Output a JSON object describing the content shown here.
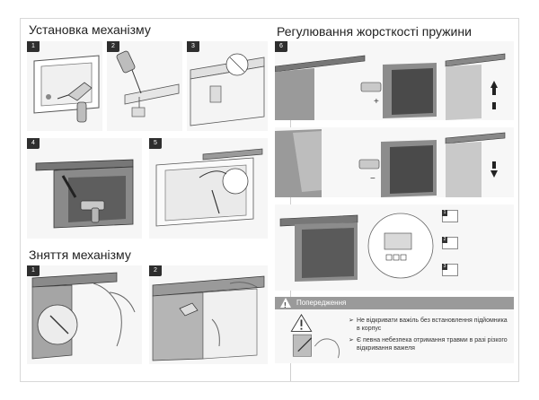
{
  "left": {
    "install_title": "Установка механізму",
    "removal_title": "Зняття механізму",
    "install_steps": [
      "1",
      "2",
      "3",
      "4",
      "5"
    ],
    "removal_steps": [
      "1",
      "2"
    ]
  },
  "right": {
    "spring_title": "Регулювання жорсткості пружини",
    "step_number": "6",
    "plus_sign": "+",
    "minus_sign": "−",
    "adjust_steps": [
      "1",
      "2",
      "3"
    ],
    "warning": {
      "title": "Попередження",
      "icon_symbol": "!",
      "items": [
        "Не відкривати важіль без встановлення підйомника в корпус",
        "Є певна небезпека отримання травми в разі різкого відкривання важеля"
      ]
    }
  }
}
